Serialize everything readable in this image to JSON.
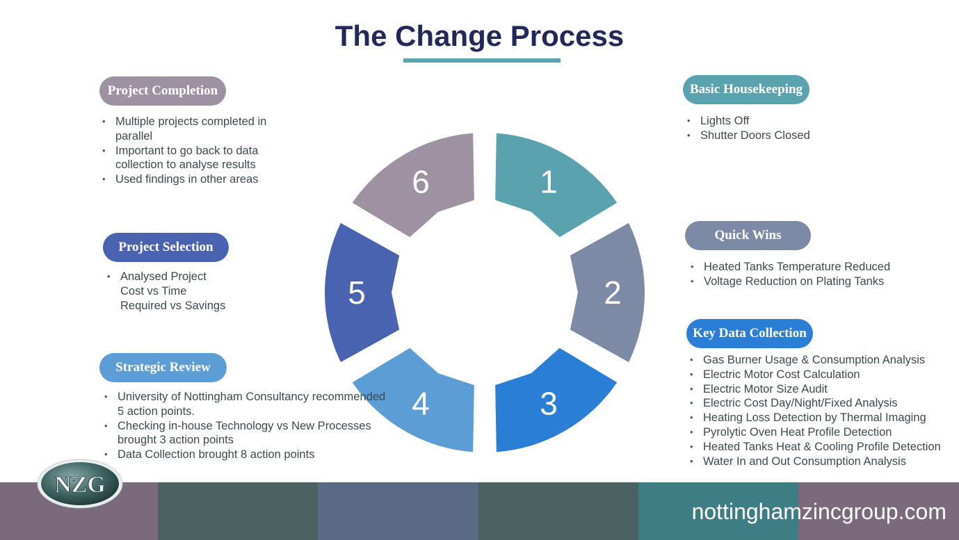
{
  "title": "The Change Process",
  "colors": {
    "title": "#22295a",
    "accent_bar": "#5aa4b0",
    "seg1": "#5aa3ae",
    "seg2": "#7d8aa6",
    "seg3": "#2a7ed6",
    "seg4": "#5d9dd5",
    "seg5": "#4a63b0",
    "seg6": "#9e91a2"
  },
  "segments": [
    {
      "number": "1"
    },
    {
      "number": "2"
    },
    {
      "number": "3"
    },
    {
      "number": "4"
    },
    {
      "number": "5"
    },
    {
      "number": "6"
    }
  ],
  "left": {
    "completion": {
      "label": "Project Completion",
      "bullets": [
        "Multiple projects completed in parallel",
        "Important to go back to data collection to analyse results",
        "Used findings in other areas"
      ]
    },
    "selection": {
      "label": "Project Selection",
      "bullets": [
        "Analysed Project"
      ],
      "sub_lines": [
        "Cost vs Time",
        "Required vs Savings"
      ]
    },
    "review": {
      "label": "Strategic Review",
      "bullets": [
        "University of Nottingham Consultancy recommended 5 action points.",
        "Checking in-house Technology vs New Processes brought 3 action points",
        "Data Collection brought 8 action points"
      ]
    }
  },
  "right": {
    "housekeeping": {
      "label": "Basic Housekeeping",
      "bullets": [
        "Lights Off",
        "Shutter Doors Closed"
      ]
    },
    "quickwins": {
      "label": "Quick Wins",
      "bullets": [
        "Heated Tanks Temperature Reduced",
        "Voltage Reduction on Plating Tanks"
      ]
    },
    "datacollection": {
      "label": "Key Data Collection",
      "bullets": [
        "Gas Burner Usage & Consumption Analysis",
        "Electric Motor Cost Calculation",
        "Electric Motor Size Audit",
        "Electric Cost Day/Night/Fixed Analysis",
        "Heating Loss Detection by Thermal Imaging",
        "Pyrolytic Oven Heat Profile Detection",
        "Heated Tanks Heat & Cooling Profile Detection",
        "Water In and Out Consumption Analysis"
      ]
    }
  },
  "footer": {
    "url": "nottinghamzincgroup.com",
    "logo_text": "NZG",
    "stripe_colors": [
      "#7a6a7c",
      "#4a6262",
      "#5a6a84",
      "#4a6262",
      "#3e7d84",
      "#7a6a7c"
    ]
  }
}
